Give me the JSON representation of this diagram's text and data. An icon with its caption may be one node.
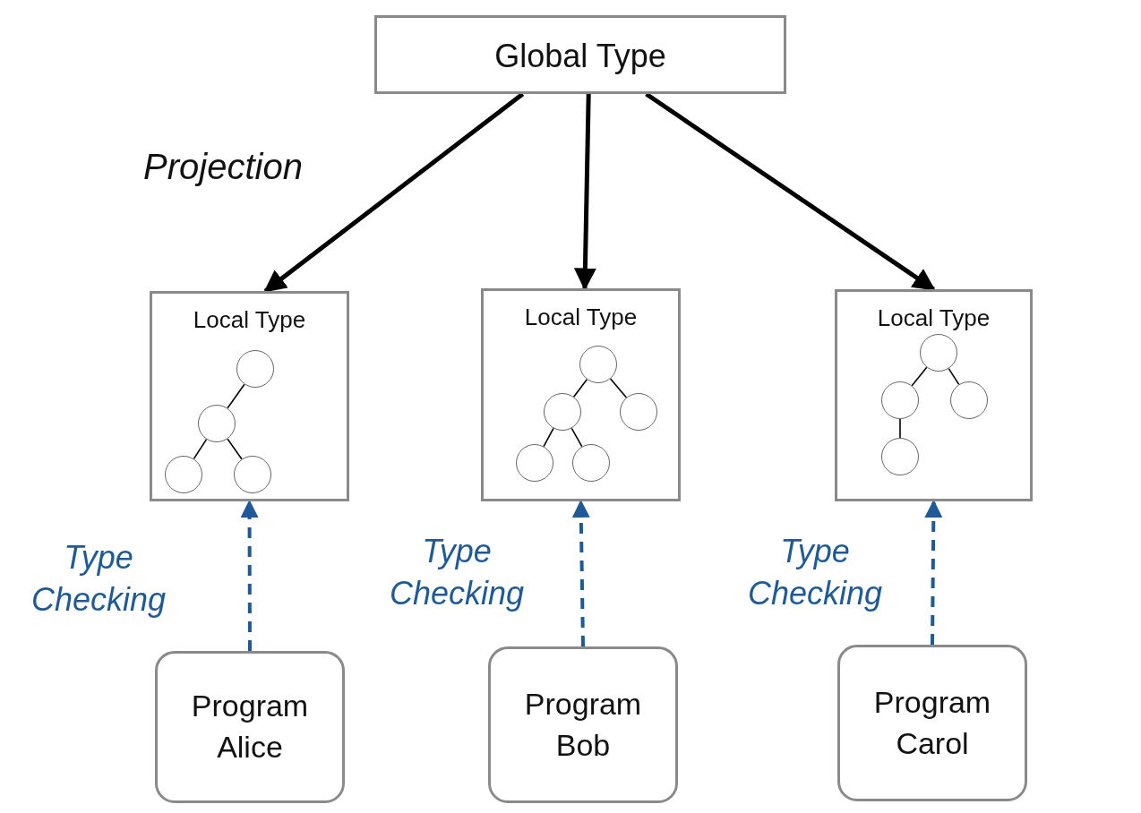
{
  "diagram": {
    "nodes": [
      {
        "text": [
          "Global Type"
        ]
      },
      {
        "text": [
          "Local Type"
        ]
      },
      {
        "text": [],
        "shape": "circle",
        "in": 1
      },
      {
        "text": [],
        "shape": "circle",
        "in": 1
      },
      {
        "text": [],
        "shape": "circle",
        "in": 1
      },
      {
        "text": [],
        "shape": "circle",
        "in": 1
      },
      {
        "text": [
          "Local Type"
        ]
      },
      {
        "text": [],
        "shape": "circle",
        "in": 6
      },
      {
        "text": [],
        "shape": "circle",
        "in": 6
      },
      {
        "text": [],
        "shape": "circle",
        "in": 6
      },
      {
        "text": [],
        "shape": "circle",
        "in": 6
      },
      {
        "text": [],
        "shape": "circle",
        "in": 6
      },
      {
        "text": [
          "Local Type"
        ]
      },
      {
        "text": [],
        "shape": "circle",
        "in": 12
      },
      {
        "text": [],
        "shape": "circle",
        "in": 12
      },
      {
        "text": [],
        "shape": "circle",
        "in": 12
      },
      {
        "text": [],
        "shape": "circle",
        "in": 12
      },
      {
        "text": [
          "Program Alice"
        ]
      },
      {
        "text": [
          "Program Bob"
        ]
      },
      {
        "text": [
          "Program Carol"
        ]
      }
    ],
    "edges": [
      {
        "from": 0,
        "to": 1,
        "arrow": "to",
        "style": "thick"
      },
      {
        "from": 0,
        "to": 6,
        "arrow": "to",
        "style": "thick"
      },
      {
        "from": 0,
        "to": 12,
        "arrow": "to",
        "style": "thick"
      },
      {
        "from": 2,
        "to": 3,
        "arrow": "none"
      },
      {
        "from": 3,
        "to": 4,
        "arrow": "none"
      },
      {
        "from": 3,
        "to": 5,
        "arrow": "none"
      },
      {
        "from": 7,
        "to": 8,
        "arrow": "none"
      },
      {
        "from": 7,
        "to": 9,
        "arrow": "none"
      },
      {
        "from": 8,
        "to": 10,
        "arrow": "none"
      },
      {
        "from": 8,
        "to": 11,
        "arrow": "none"
      },
      {
        "from": 13,
        "to": 14,
        "arrow": "none"
      },
      {
        "from": 13,
        "to": 15,
        "arrow": "none"
      },
      {
        "from": 14,
        "to": 16,
        "arrow": "none"
      },
      {
        "from": 17,
        "to": 1,
        "arrow": "to",
        "style": "dashed",
        "color": "#1f5a96"
      },
      {
        "from": 18,
        "to": 6,
        "arrow": "to",
        "style": "dashed",
        "color": "#1f5a96"
      },
      {
        "from": 19,
        "to": 12,
        "arrow": "to",
        "style": "dashed",
        "color": "#1f5a96"
      }
    ],
    "labels": [
      "Projection",
      "Type Checking",
      "Type Checking",
      "Type Checking"
    ]
  }
}
